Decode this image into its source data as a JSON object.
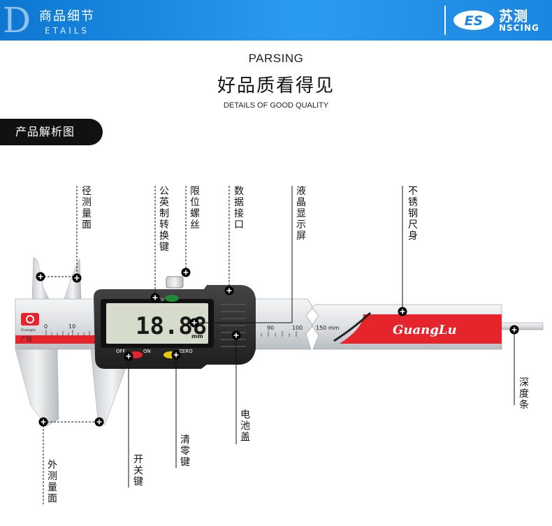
{
  "banner": {
    "letter": "D",
    "title": "商品细节",
    "subtitle": "ETAILS",
    "brand_mark": "ES",
    "brand_cn": "苏测",
    "brand_en": "NSCING",
    "colors": {
      "start": "#0d77d2",
      "end": "#2b9bef"
    }
  },
  "heading": {
    "en": "PARSING",
    "cn": "好品质看得见",
    "sub": "DETAILS OF GOOD QUALITY"
  },
  "section_pill": "产品解析图",
  "caliper": {
    "display": "18.88",
    "unit": "mm",
    "brand_name": "GuangLu",
    "logo_caption": "Guanglu",
    "logo_cn": "广陆",
    "scale_left": [
      "0",
      "10"
    ],
    "scale_right": [
      "90",
      "100"
    ],
    "scale_end": "150 mm",
    "btn_off": "OFF",
    "btn_on": "ON",
    "btn_zero": "ZERO",
    "btn_inch": "in",
    "colors": {
      "red": "#e5242b",
      "body": "#2c2c2c",
      "lcd": "#d6dccb"
    }
  },
  "labels": {
    "inner_jaw": "径测量面",
    "unit_switch": "公英制转换键",
    "limit_screw": "限位螺丝",
    "data_port": "数据接口",
    "lcd": "液晶显示屏",
    "ruler": "不锈钢尺身",
    "depth_rod": "深度条",
    "battery_cover": "电池盖",
    "zero_key": "清零键",
    "power_key": "开关键",
    "outer_jaw": "外测量面"
  }
}
